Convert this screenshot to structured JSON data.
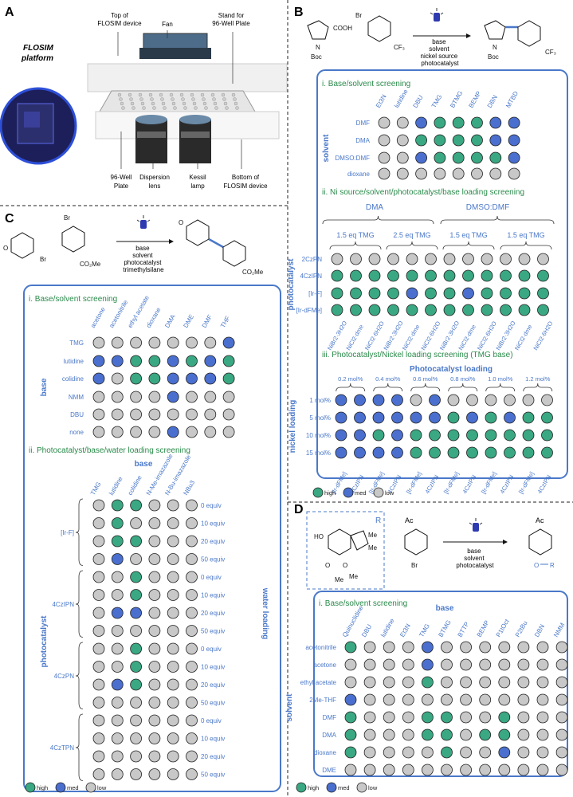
{
  "colors": {
    "high": "#3aa882",
    "med": "#4a6fcf",
    "low": "#c8c8c8",
    "accent": "#4a78c9",
    "green_text": "#2a8a4a",
    "outline": "#222222"
  },
  "panelA": {
    "letter": "A",
    "platform_title": "FLOSIM",
    "platform_subtitle": "platform",
    "callouts_top": [
      "Top of",
      "FLOSIM device",
      "Fan",
      "Stand for",
      "96-Well Plate"
    ],
    "callouts_bottom": [
      "96-Well",
      "Plate",
      "Dispersion",
      "lens",
      "Kessil",
      "lamp",
      "Bottom of",
      "FLOSIM device"
    ]
  },
  "panelB": {
    "letter": "B",
    "reagents": [
      "base",
      "solvent",
      "nickel source",
      "photocatalyst"
    ],
    "sec1_title": "i. Base/solvent screening",
    "sec1_cols": [
      "Et3N",
      "lutidine",
      "DBU",
      "TMG",
      "BTMG",
      "BEMP",
      "DBN",
      "MTBD"
    ],
    "sec1_rows": [
      "DMF",
      "DMA",
      "DMSO:DMF",
      "dioxane"
    ],
    "sec1_axis": "solvent",
    "sec1_grid": [
      [
        "l",
        "l",
        "m",
        "h",
        "h",
        "h",
        "m",
        "m"
      ],
      [
        "l",
        "l",
        "h",
        "h",
        "h",
        "h",
        "m",
        "m"
      ],
      [
        "l",
        "l",
        "m",
        "h",
        "h",
        "h",
        "h",
        "m"
      ],
      [
        "l",
        "l",
        "l",
        "l",
        "l",
        "l",
        "l",
        "l"
      ]
    ],
    "sec2_title": "ii. Ni source/solvent/photocatalyst/base loading screening",
    "sec2_solvents": [
      "DMA",
      "DMSO:DMF"
    ],
    "sec2_loadings": [
      "1.5 eq TMG",
      "2.5 eq TMG",
      "1.5 eq TMG",
      "1.5 eq TMG"
    ],
    "sec2_rows": [
      "2CzPN",
      "4CzIPN",
      "[Ir-F]",
      "[Ir-dFMe]"
    ],
    "sec2_axis": "photocatalyst",
    "sec2_cols": [
      "NiBr2·3H2O",
      "NiCl2·dme",
      "NiCl2·6H2O",
      "NiBr2·3H2O",
      "NiCl2·dme",
      "NiCl2·6H2O",
      "NiBr2·3H2O",
      "NiCl2·dme",
      "NiCl2·6H2O",
      "NiBr2·3H2O",
      "NiCl2·dme",
      "NiCl2·6H2O"
    ],
    "sec2_grid": [
      [
        "l",
        "l",
        "l",
        "l",
        "l",
        "l",
        "l",
        "l",
        "l",
        "l",
        "l",
        "l"
      ],
      [
        "h",
        "h",
        "h",
        "h",
        "h",
        "h",
        "h",
        "h",
        "h",
        "h",
        "h",
        "h"
      ],
      [
        "h",
        "h",
        "h",
        "h",
        "m",
        "h",
        "h",
        "m",
        "h",
        "h",
        "h",
        "h"
      ],
      [
        "h",
        "h",
        "h",
        "h",
        "h",
        "h",
        "h",
        "h",
        "h",
        "h",
        "h",
        "h"
      ]
    ],
    "sec3_title": "iii. Photocatalyst/Nickel loading screening (TMG base)",
    "sec3_header": "Photocatalyst loading",
    "sec3_loadings": [
      "0.2 mol%",
      "0.4 mol%",
      "0.6 mol%",
      "0.8 mol%",
      "1.0 mol%",
      "1.2 mol%"
    ],
    "sec3_rows": [
      "1 mol%",
      "5 mol%",
      "10 mol%",
      "15 mol%"
    ],
    "sec3_axis": "nickel loading",
    "sec3_cols": [
      "[Ir-dFMe]",
      "4CzIPN",
      "[Ir-dFMe]",
      "4CzIPN",
      "[Ir-dFMe]",
      "4CzIPN",
      "[Ir-dFMe]",
      "4CzIPN",
      "[Ir-dFMe]",
      "4CzIPN",
      "[Ir-dFMe]",
      "4CzIPN"
    ],
    "sec3_grid": [
      [
        "m",
        "m",
        "m",
        "m",
        "l",
        "m",
        "l",
        "l",
        "l",
        "l",
        "l",
        "l"
      ],
      [
        "m",
        "m",
        "m",
        "m",
        "m",
        "m",
        "h",
        "m",
        "h",
        "m",
        "h",
        "h"
      ],
      [
        "m",
        "m",
        "h",
        "m",
        "h",
        "h",
        "h",
        "h",
        "h",
        "h",
        "h",
        "h"
      ],
      [
        "m",
        "m",
        "m",
        "m",
        "h",
        "h",
        "h",
        "h",
        "h",
        "h",
        "h",
        "h"
      ]
    ]
  },
  "panelC": {
    "letter": "C",
    "reagents": [
      "base",
      "solvent",
      "photocatalyst",
      "trimethylsilane"
    ],
    "sec1_title": "i. Base/solvent screening",
    "sec1_cols": [
      "acetone",
      "acetonitrile",
      "ethyl acetate",
      "dioxane",
      "DMA",
      "DME",
      "DMF",
      "THF"
    ],
    "sec1_rows": [
      "TMG",
      "lutidine",
      "colidine",
      "NMM",
      "DBU",
      "none"
    ],
    "sec1_axis": "base",
    "sec1_grid": [
      [
        "l",
        "l",
        "l",
        "l",
        "l",
        "l",
        "l",
        "m"
      ],
      [
        "m",
        "m",
        "h",
        "h",
        "m",
        "h",
        "m",
        "h"
      ],
      [
        "m",
        "l",
        "h",
        "h",
        "m",
        "m",
        "m",
        "h"
      ],
      [
        "l",
        "l",
        "l",
        "l",
        "m",
        "l",
        "l",
        "l"
      ],
      [
        "l",
        "l",
        "l",
        "l",
        "l",
        "l",
        "l",
        "l"
      ],
      [
        "l",
        "l",
        "l",
        "l",
        "m",
        "l",
        "l",
        "l"
      ]
    ],
    "sec2_title": "ii. Photocatalyst/base/water loading screening",
    "sec2_header": "base",
    "sec2_cols": [
      "TMG",
      "lutidine",
      "colidine",
      "N-Me-imazazole",
      "N-Bu-imazazole",
      "NBu3"
    ],
    "sec2_catalysts": [
      "[Ir-F]",
      "4CzIPN",
      "4CzPN",
      "4CzTPN"
    ],
    "sec2_water": [
      "0 equiv",
      "10 equiv",
      "20 equiv",
      "50 equiv"
    ],
    "sec2_axis_left": "photocatalyst",
    "sec2_axis_right": "water loading",
    "sec2_grid": [
      [
        "l",
        "h",
        "h",
        "l",
        "l",
        "l"
      ],
      [
        "l",
        "h",
        "l",
        "l",
        "l",
        "l"
      ],
      [
        "l",
        "h",
        "h",
        "l",
        "l",
        "l"
      ],
      [
        "l",
        "m",
        "l",
        "l",
        "l",
        "l"
      ],
      [
        "l",
        "l",
        "h",
        "l",
        "l",
        "l"
      ],
      [
        "l",
        "l",
        "h",
        "l",
        "l",
        "l"
      ],
      [
        "l",
        "m",
        "m",
        "l",
        "l",
        "l"
      ],
      [
        "l",
        "l",
        "l",
        "l",
        "l",
        "l"
      ],
      [
        "l",
        "l",
        "h",
        "l",
        "l",
        "l"
      ],
      [
        "l",
        "l",
        "h",
        "l",
        "l",
        "l"
      ],
      [
        "l",
        "m",
        "h",
        "l",
        "l",
        "l"
      ],
      [
        "l",
        "l",
        "l",
        "l",
        "l",
        "l"
      ],
      [
        "l",
        "l",
        "l",
        "l",
        "l",
        "l"
      ],
      [
        "l",
        "l",
        "l",
        "l",
        "l",
        "l"
      ],
      [
        "l",
        "l",
        "l",
        "l",
        "l",
        "l"
      ],
      [
        "l",
        "l",
        "l",
        "l",
        "l",
        "l"
      ]
    ]
  },
  "panelD": {
    "letter": "D",
    "reagents": [
      "base",
      "solvent",
      "photocatalyst"
    ],
    "r_label": "R",
    "ac_label": "Ac",
    "sec1_title": "i. Base/solvent screening",
    "sec1_header": "base",
    "sec1_cols": [
      "Quinuclidine",
      "DBU",
      "lutidine",
      "Et3N",
      "TMG",
      "BTMG",
      "BTTP",
      "BEMP",
      "P1tOct",
      "P2tBu",
      "DBN",
      "NMM"
    ],
    "sec1_rows": [
      "acetonitrile",
      "acetone",
      "ethyl acetate",
      "2Me-THF",
      "DMF",
      "DMA",
      "dioxane",
      "DME"
    ],
    "sec1_axis": "solvent",
    "sec1_grid": [
      [
        "h",
        "l",
        "l",
        "l",
        "m",
        "l",
        "l",
        "l",
        "l",
        "l",
        "l",
        "l"
      ],
      [
        "l",
        "l",
        "l",
        "l",
        "m",
        "l",
        "l",
        "l",
        "l",
        "l",
        "l",
        "l"
      ],
      [
        "l",
        "l",
        "l",
        "l",
        "h",
        "l",
        "l",
        "l",
        "l",
        "l",
        "l",
        "l"
      ],
      [
        "m",
        "l",
        "l",
        "l",
        "l",
        "l",
        "l",
        "l",
        "l",
        "l",
        "l",
        "l"
      ],
      [
        "h",
        "l",
        "l",
        "l",
        "h",
        "h",
        "l",
        "l",
        "h",
        "l",
        "l",
        "l"
      ],
      [
        "h",
        "l",
        "l",
        "l",
        "h",
        "h",
        "l",
        "h",
        "h",
        "l",
        "l",
        "l"
      ],
      [
        "h",
        "l",
        "l",
        "l",
        "l",
        "h",
        "l",
        "l",
        "m",
        "l",
        "l",
        "l"
      ],
      [
        "l",
        "l",
        "l",
        "l",
        "l",
        "l",
        "l",
        "l",
        "l",
        "l",
        "l",
        "l"
      ]
    ]
  },
  "legend": {
    "high": "high",
    "med": "med",
    "low": "low"
  }
}
